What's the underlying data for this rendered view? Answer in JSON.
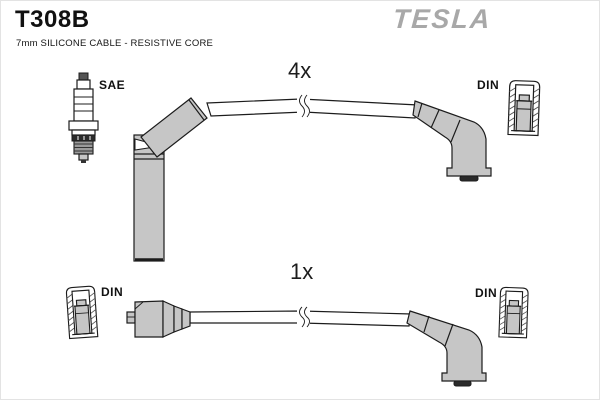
{
  "header": {
    "part_number": "T308B",
    "subtitle": "7mm SILICONE CABLE - RESISTIVE CORE",
    "brand": "TESLA"
  },
  "top_assembly": {
    "quantity": "4x",
    "plug_end_label": "SAE",
    "terminal_end_label": "DIN"
  },
  "bottom_assembly": {
    "quantity": "1x",
    "left_end_label": "DIN",
    "right_end_label": "DIN"
  },
  "icons": {
    "spark_plug": "spark-plug-icon",
    "din_connector": "din-connector-icon",
    "cable_break": "cable-break-icon"
  },
  "colors": {
    "background": "#ffffff",
    "outline": "#1c1c1c",
    "boot_fill": "#c6c6c6",
    "dark_fill": "#2b2b2b",
    "brand_gray": "#a8a8a8",
    "text": "#111111"
  }
}
